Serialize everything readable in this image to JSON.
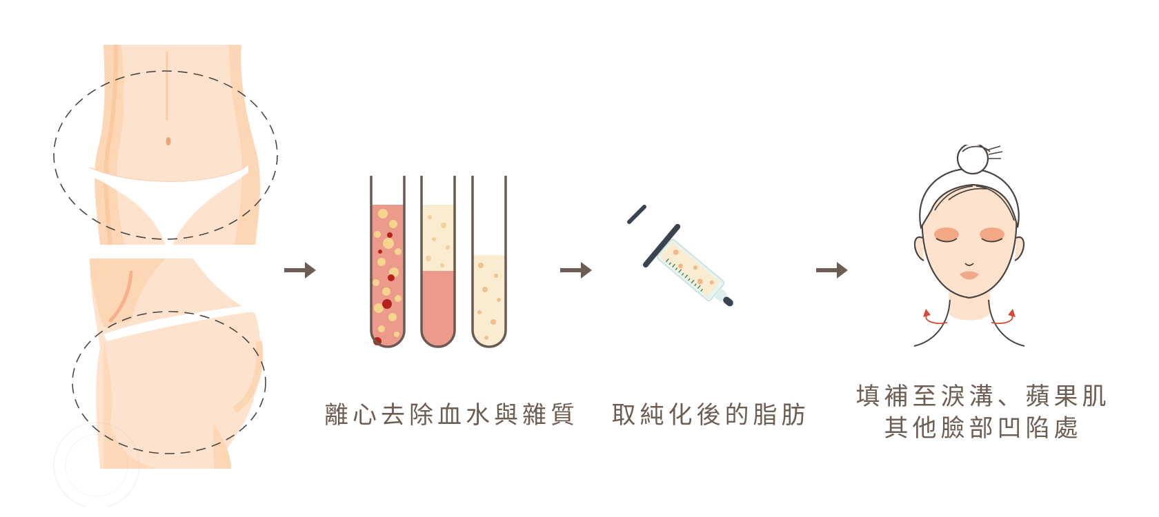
{
  "steps": [
    {
      "caption": [
        "離心去除血水與雜質"
      ]
    },
    {
      "caption": [
        "取純化後的脂肪"
      ]
    },
    {
      "caption": [
        "填補至淚溝、蘋果肌",
        "其他臉部凹陷處"
      ]
    }
  ],
  "colors": {
    "skin_light": "#fde3cd",
    "skin_mid": "#fcd6b5",
    "skin_dark": "#f8c296",
    "arrow": "#6e5d53",
    "blood": "#ec9a8c",
    "fat": "#f9ecd1",
    "tube_outline": "#6b5a52",
    "syringe_tip": "#3a4350",
    "eyeshadow": "#f2a884",
    "lips": "#efa98a",
    "neck_arrow": "#d94a34",
    "text": "#6e5d53"
  },
  "icons": [
    "abdomen-illustration",
    "buttock-illustration",
    "right-arrow-icon",
    "test-tubes-icon",
    "syringe-icon",
    "face-illustration"
  ]
}
